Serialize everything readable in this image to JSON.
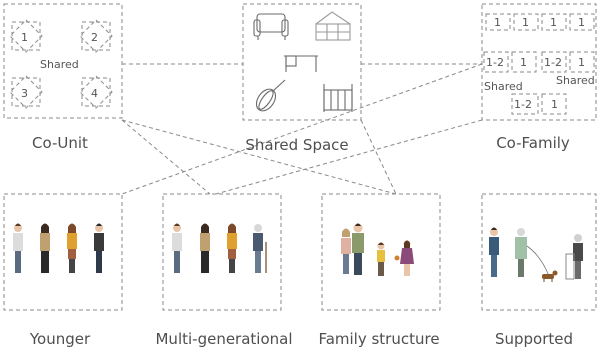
{
  "top_boxes": {
    "co_unit": {
      "label": "Co-Unit",
      "units": [
        "1",
        "2",
        "3",
        "4"
      ],
      "shared_label": "Shared"
    },
    "shared_space": {
      "label": "Shared Space",
      "icons": [
        "armchair-icon",
        "greenhouse-icon",
        "desk-icon",
        "whisk-icon",
        "crib-icon"
      ]
    },
    "co_family": {
      "label": "Co-Family",
      "top_units": [
        "1",
        "1",
        "1",
        "1"
      ],
      "mid_units": [
        "1-2",
        "1",
        "1-2",
        "1"
      ],
      "bottom_units": [
        "1-2",
        "1"
      ],
      "shared_label_left": "Shared",
      "shared_label_right": "Shared"
    }
  },
  "bottom_boxes": [
    {
      "label": "Younger"
    },
    {
      "label": "Multi-generational"
    },
    {
      "label": "Family structure"
    },
    {
      "label": "Supported"
    }
  ],
  "colors": {
    "dash": "#8a8a8a",
    "text": "#4f4f4f"
  }
}
